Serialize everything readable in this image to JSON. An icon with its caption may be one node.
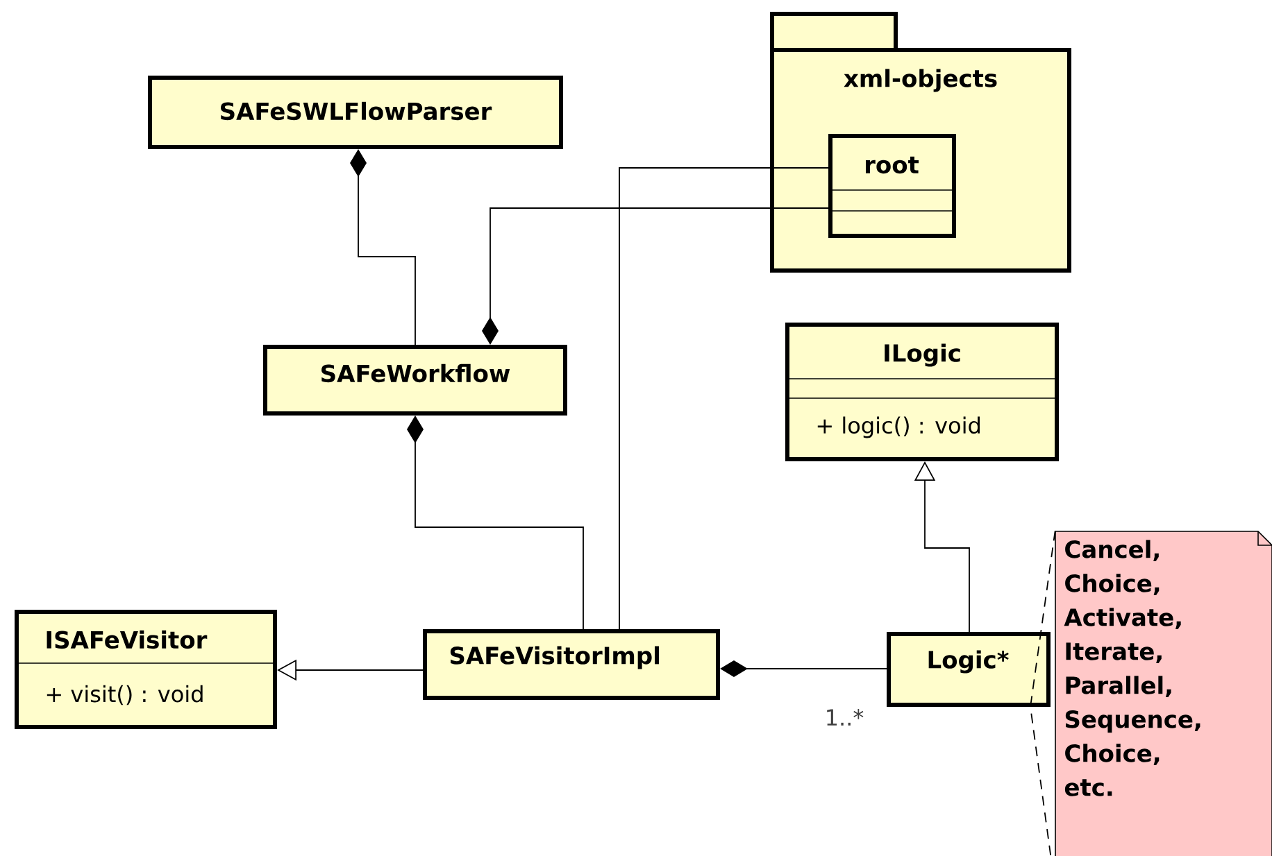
{
  "diagram": {
    "nodes": [
      {
        "text": [
          "SAFeSWLFlowParser"
        ]
      },
      {
        "text": [
          "xml-objects"
        ]
      },
      {
        "text": [
          "root"
        ],
        "in": 1
      },
      {
        "text": [
          "SAFeWorkflow"
        ]
      },
      {
        "text": [
          "ILogic",
          "+ logic() : void"
        ]
      },
      {
        "text": [
          "ISAFeVisitor",
          "+ visit() : void"
        ]
      },
      {
        "text": [
          "SAFeVisitorImpl"
        ]
      },
      {
        "text": [
          "Logic*"
        ]
      },
      {
        "text": [
          "Cancel, Choice, Activate, Iterate, Parallel, Sequence, Choice, etc."
        ]
      }
    ],
    "edges": [
      {
        "from": 3,
        "to": 0,
        "arrow": "other"
      },
      {
        "from": 2,
        "to": 3,
        "arrow": "other"
      },
      {
        "from": 2,
        "to": 6,
        "arrow": "none"
      },
      {
        "from": 6,
        "to": 3,
        "arrow": "other"
      },
      {
        "from": 6,
        "to": 5,
        "arrow": "to"
      },
      {
        "from": 7,
        "to": 4,
        "arrow": "to"
      },
      {
        "from": 7,
        "to": 6,
        "arrow": "other",
        "label": "1..*"
      },
      {
        "from": 8,
        "to": 7,
        "arrow": "none",
        "style": "dashed"
      }
    ]
  }
}
